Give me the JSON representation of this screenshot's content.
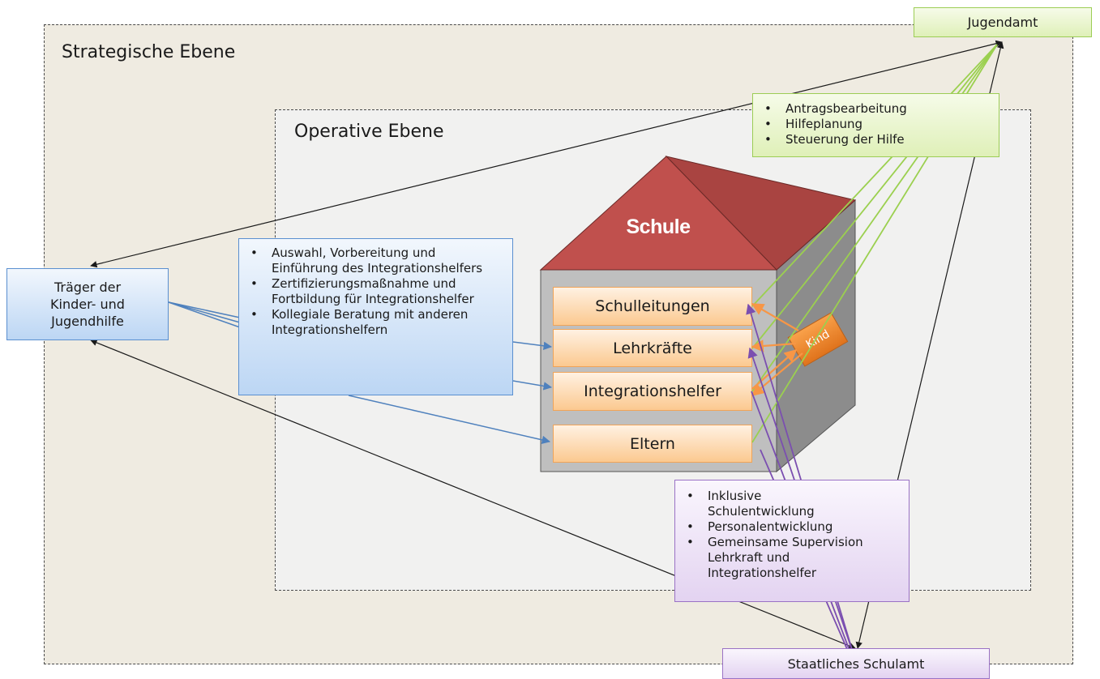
{
  "strategic": {
    "title": "Strategische Ebene"
  },
  "operative": {
    "title": "Operative Ebene"
  },
  "jugendamt": {
    "label": "Jugendamt",
    "tasks": [
      "Antragsbearbeitung",
      "Hilfeplanung",
      "Steuerung der Hilfe"
    ]
  },
  "traeger": {
    "label_lines": [
      "Träger der",
      "Kinder- und",
      "Jugendhilfe"
    ],
    "tasks": [
      "Auswahl, Vorbereitung und Einführung des Integrationshelfers",
      "Zertifizierungsmaßnahme und Fortbildung für Integrationshelfer",
      "Kollegiale Beratung mit anderen Integrationshelfern"
    ]
  },
  "schulamt": {
    "label": "Staatliches Schulamt",
    "tasks": [
      "Inklusive Schulentwicklung",
      "Personalentwicklung",
      "Gemeinsame Supervision Lehrkraft und Integrationshelfer"
    ]
  },
  "schule": {
    "title": "Schule",
    "roles": [
      "Schulleitungen",
      "Lehrkräfte",
      "Integrationshelfer",
      "Eltern"
    ],
    "kind": "Kind"
  },
  "colors": {
    "roof": "#c0504d",
    "house_front": "#bfbfbf",
    "house_side": "#8c8c8c",
    "green_arrow": "#9bd04f",
    "blue_arrow": "#4f81bd",
    "purple_arrow": "#7b4fb0",
    "orange_arrow": "#f79646",
    "black_arrow": "#1a1a1a"
  }
}
